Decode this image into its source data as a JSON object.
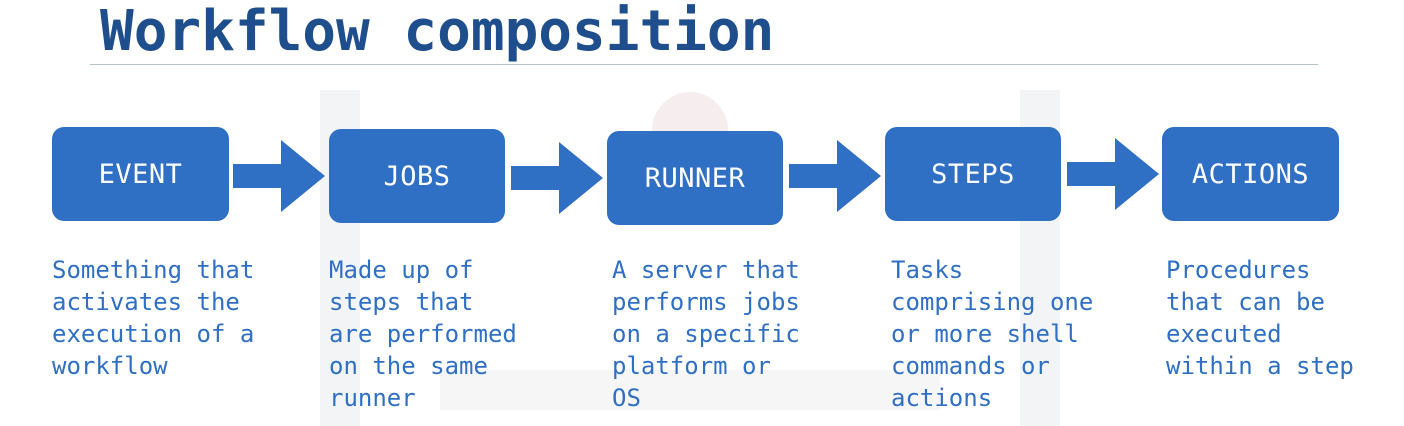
{
  "title": "Workflow composition",
  "colors": {
    "title": "#1f4e8c",
    "box_fill": "#2f6fc4",
    "box_text": "#ffffff",
    "description_text": "#2f6fc4",
    "rule": "#b9c3cf"
  },
  "stages": [
    {
      "label": "EVENT",
      "description": "Something that\nactivates the\nexecution of a\nworkflow"
    },
    {
      "label": "JOBS",
      "description": "Made up of\nsteps that\nare performed\non the same\nrunner"
    },
    {
      "label": "RUNNER",
      "description": "A server that\nperforms jobs\non a specific\nplatform or\nOS"
    },
    {
      "label": "STEPS",
      "description": "Tasks\ncomprising one\nor more shell\ncommands or\nactions"
    },
    {
      "label": "ACTIONS",
      "description": "Procedures\nthat can be\nexecuted\nwithin a step"
    }
  ],
  "connector_icon": "right-arrow-icon"
}
